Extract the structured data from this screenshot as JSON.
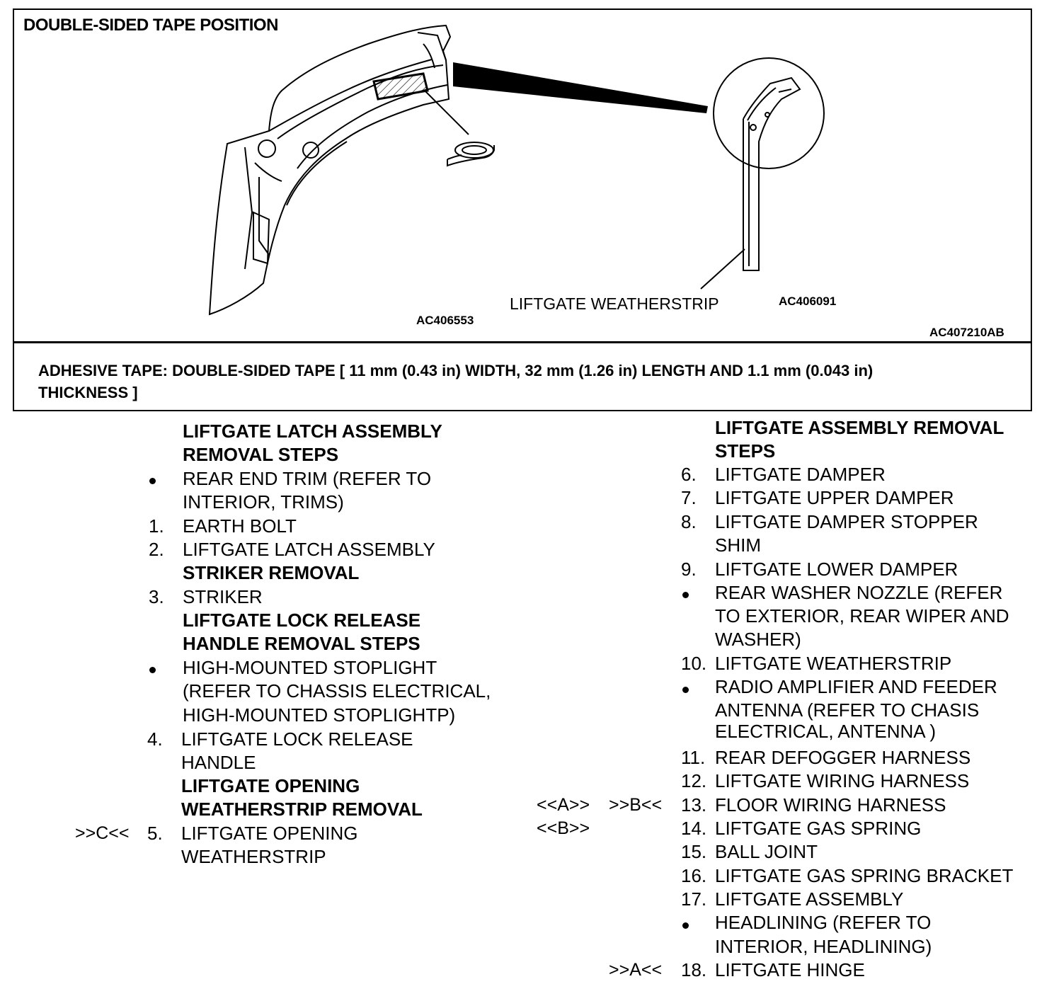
{
  "figure": {
    "title": "DOUBLE-SIDED TAPE POSITION",
    "callout_weatherstrip": "LIFTGATE WEATHERSTRIP",
    "code_left": "AC406553",
    "code_right": "AC406091",
    "code_main": "AC407210AB"
  },
  "spec": {
    "line1": "ADHESIVE TAPE: DOUBLE-SIDED TAPE [ 11 mm (0.43 in) WIDTH, 32 mm (1.26 in) LENGTH AND 1.1 mm (0.043 in)",
    "line2": "THICKNESS ]"
  },
  "left_list": {
    "h1a": "LIFTGATE LATCH ASSEMBLY",
    "h1b": "REMOVAL STEPS",
    "i0a": "REAR END TRIM (REFER TO",
    "i0b": "INTERIOR, TRIMS)",
    "n1": "1.",
    "i1": "EARTH BOLT",
    "n2": "2.",
    "i2": "LIFTGATE LATCH ASSEMBLY",
    "h2": "STRIKER REMOVAL",
    "n3": "3.",
    "i3": "STRIKER",
    "h3a": "LIFTGATE LOCK RELEASE",
    "h3b": "HANDLE REMOVAL STEPS",
    "ib1": "HIGH-MOUNTED STOPLIGHT",
    "ib2": "(REFER TO  CHASSIS ELECTRICAL,",
    "ib3": "HIGH-MOUNTED  STOPLIGHTP)",
    "n4": "4.",
    "i4a": "LIFTGATE LOCK RELEASE",
    "i4b": "HANDLE",
    "h4a": "LIFTGATE OPENING",
    "h4b": "WEATHERSTRIP REMOVAL",
    "ref5": ">>C<<",
    "n5": "5.",
    "i5a": "LIFTGATE OPENING",
    "i5b": "WEATHERSTRIP"
  },
  "right_list": {
    "ha": "LIFTGATE ASSEMBLY REMOVAL",
    "hb": "STEPS",
    "n6": "6.",
    "i6": "LIFTGATE DAMPER",
    "n7": "7.",
    "i7": "LIFTGATE UPPER DAMPER",
    "n8": "8.",
    "i8a": "LIFTGATE DAMPER STOPPER",
    "i8b": "SHIM",
    "n9": "9.",
    "i9": "LIFTGATE LOWER DAMPER",
    "w1": "REAR WASHER NOZZLE (REFER",
    "w2": "TO EXTERIOR, REAR WIPER AND",
    "w3": "WASHER)",
    "n10": "10.",
    "i10": "LIFTGATE WEATHERSTRIP",
    "r1": "RADIO AMPLIFIER AND FEEDER",
    "r2": "ANTENNA (REFER TO  CHASIS",
    "r3": "ELECTRICAL, ANTENNA )",
    "n11": "11.",
    "i11": "REAR DEFOGGER HARNESS",
    "n12": "12.",
    "i12": "LIFTGATE WIRING HARNESS",
    "ref13a": "<<A>>",
    "ref13b": ">>B<<",
    "n13": "13.",
    "i13": "FLOOR WIRING HARNESS",
    "ref14": "<<B>>",
    "n14": "14.",
    "i14": "LIFTGATE GAS SPRING",
    "n15": "15.",
    "i15": "BALL JOINT",
    "n16": "16.",
    "i16": "LIFTGATE GAS SPRING BRACKET",
    "n17": "17.",
    "i17": "LIFTGATE ASSEMBLY",
    "hl1": "HEADLINING (REFER TO",
    "hl2": "INTERIOR, HEADLINING)",
    "ref18": ">>A<<",
    "n18": "18.",
    "i18": "LIFTGATE HINGE"
  }
}
